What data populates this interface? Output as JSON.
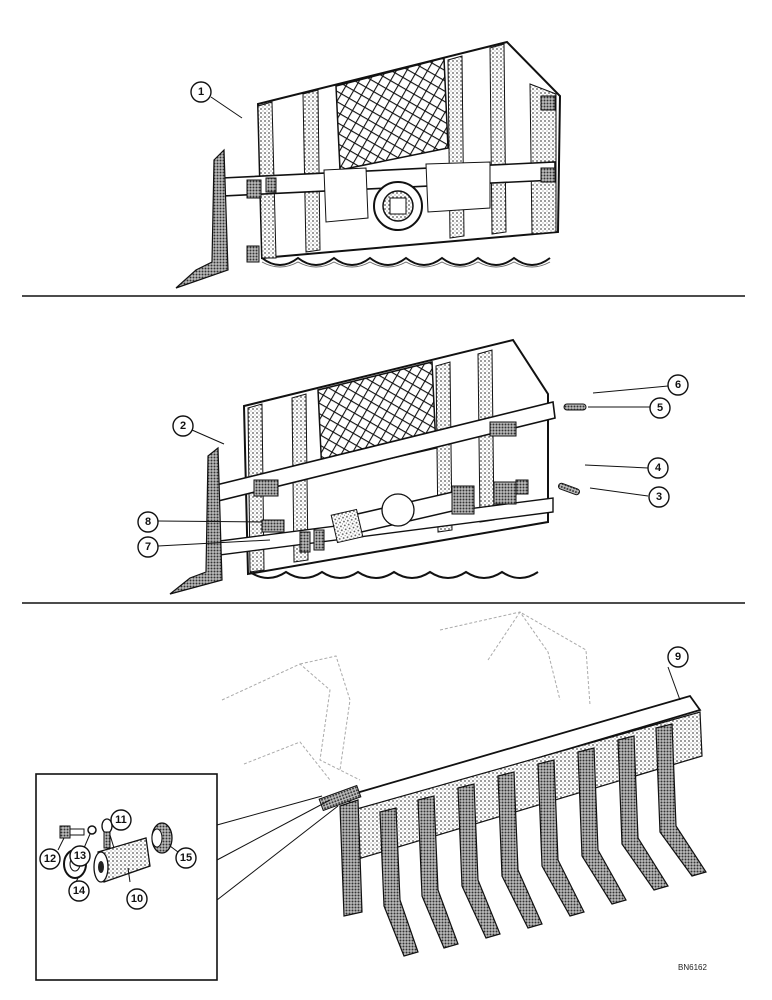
{
  "figure": {
    "panel_top": {
      "callouts": [
        "1"
      ]
    },
    "panel_middle": {
      "callouts": [
        "2",
        "3",
        "4",
        "5",
        "6",
        "7",
        "8"
      ]
    },
    "panel_bottom": {
      "callouts": [
        "9",
        "10",
        "11",
        "12",
        "13",
        "14",
        "15"
      ]
    },
    "reference_code": "BN6162"
  }
}
